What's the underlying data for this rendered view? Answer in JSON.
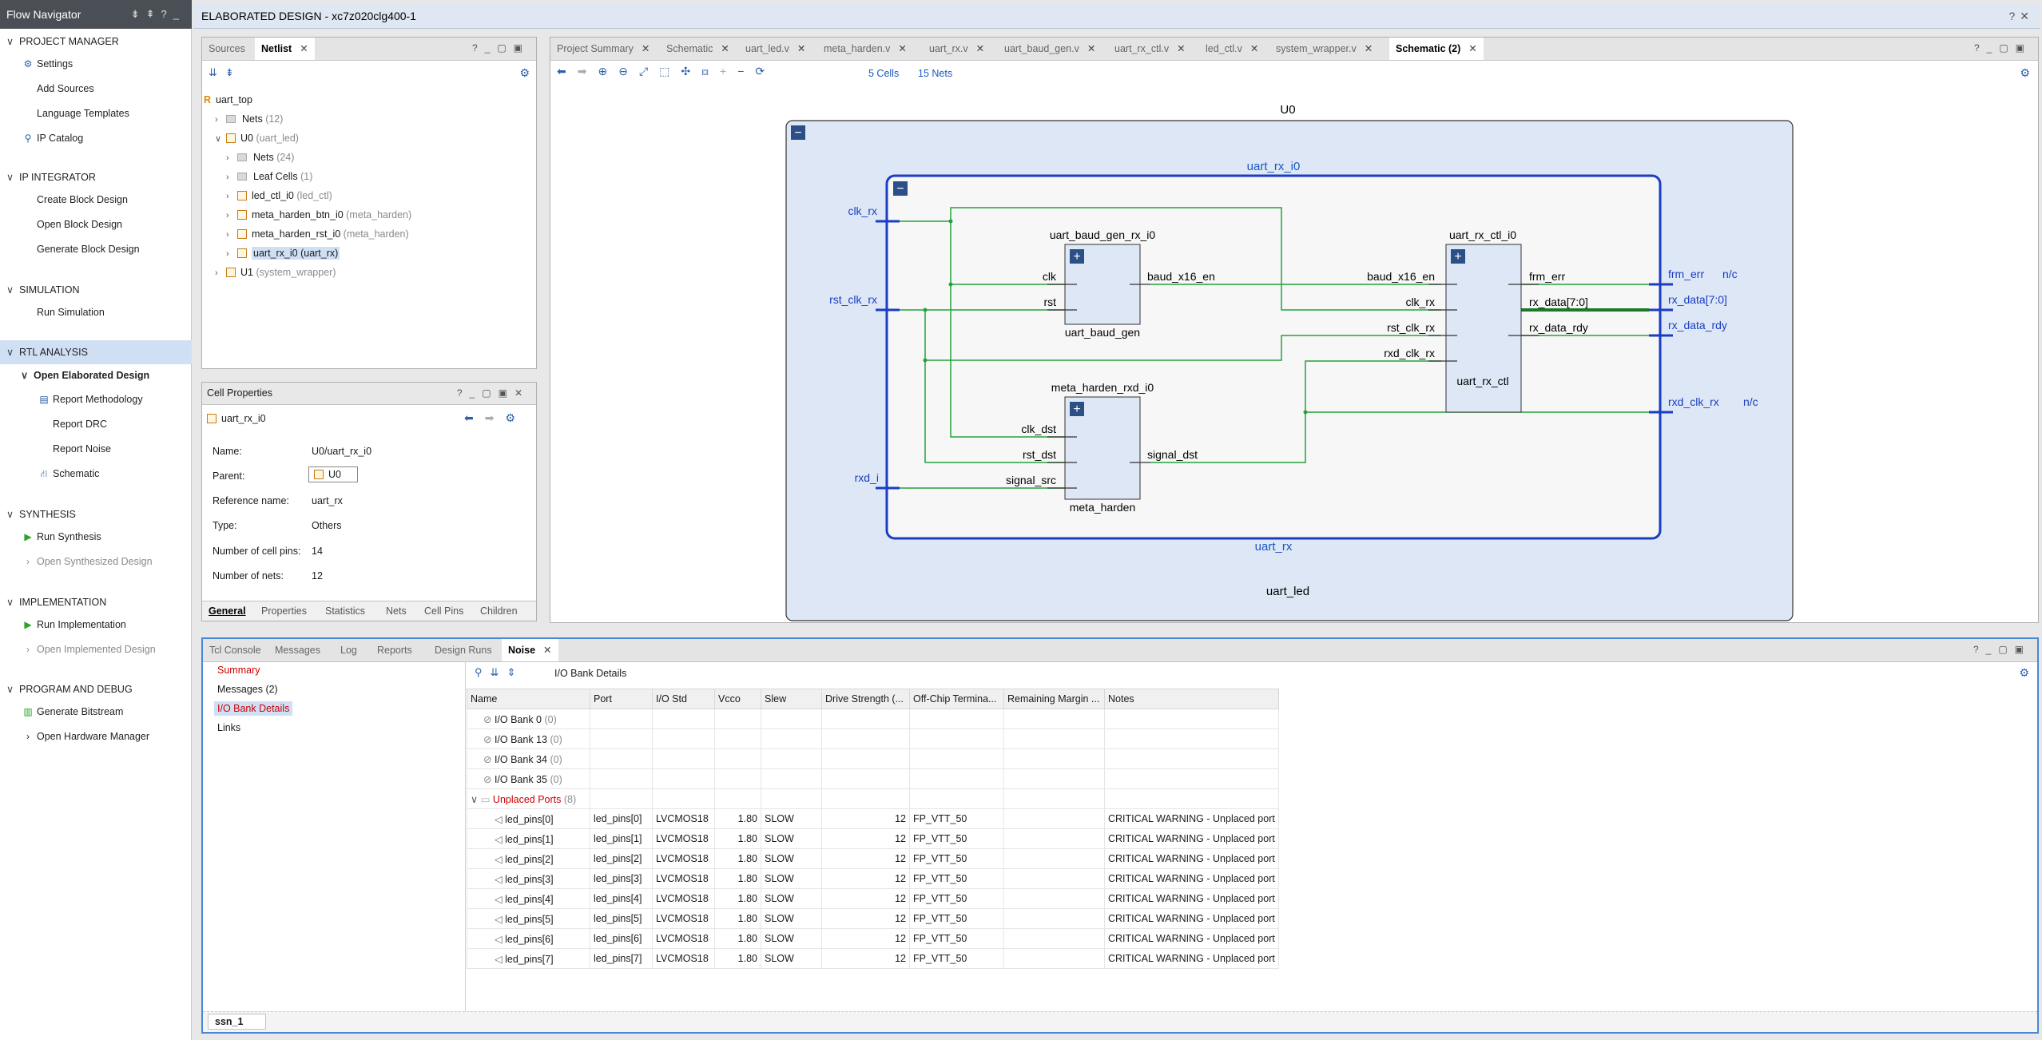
{
  "flow_navigator": {
    "title": "Flow Navigator",
    "sections": [
      {
        "label": "PROJECT MANAGER",
        "items": [
          "Settings",
          "Add Sources",
          "Language Templates",
          "IP Catalog"
        ]
      },
      {
        "label": "IP INTEGRATOR",
        "items": [
          "Create Block Design",
          "Open Block Design",
          "Generate Block Design"
        ]
      },
      {
        "label": "SIMULATION",
        "items": [
          "Run Simulation"
        ]
      },
      {
        "label": "RTL ANALYSIS",
        "items": [
          "Open Elaborated Design",
          "Report Methodology",
          "Report DRC",
          "Report Noise",
          "Schematic"
        ]
      },
      {
        "label": "SYNTHESIS",
        "items": [
          "Run Synthesis",
          "Open Synthesized Design"
        ]
      },
      {
        "label": "IMPLEMENTATION",
        "items": [
          "Run Implementation",
          "Open Implemented Design"
        ]
      },
      {
        "label": "PROGRAM AND DEBUG",
        "items": [
          "Generate Bitstream",
          "Open Hardware Manager"
        ]
      }
    ]
  },
  "title_bar": {
    "label": "ELABORATED DESIGN",
    "part": "xc7z020clg400-1"
  },
  "netlist_panel": {
    "tabs": [
      "Sources",
      "Netlist"
    ],
    "active_tab": "Netlist",
    "tree": [
      {
        "name": "uart_top",
        "sub": ""
      },
      {
        "name": "Nets",
        "sub": "(12)"
      },
      {
        "name": "U0",
        "sub": "(uart_led)"
      },
      {
        "name": "Nets",
        "sub": "(24)"
      },
      {
        "name": "Leaf Cells",
        "sub": "(1)"
      },
      {
        "name": "led_ctl_i0",
        "sub": "(led_ctl)"
      },
      {
        "name": "meta_harden_btn_i0",
        "sub": "(meta_harden)"
      },
      {
        "name": "meta_harden_rst_i0",
        "sub": "(meta_harden)"
      },
      {
        "name": "uart_rx_i0",
        "sub": "(uart_rx)"
      },
      {
        "name": "U1",
        "sub": "(system_wrapper)"
      }
    ]
  },
  "cell_properties": {
    "title": "Cell Properties",
    "cell": "uart_rx_i0",
    "rows": [
      {
        "label": "Name:",
        "value": "U0/uart_rx_i0"
      },
      {
        "label": "Parent:",
        "value": "U0"
      },
      {
        "label": "Reference name:",
        "value": "uart_rx"
      },
      {
        "label": "Type:",
        "value": "Others"
      },
      {
        "label": "Number of cell pins:",
        "value": "14"
      },
      {
        "label": "Number of nets:",
        "value": "12"
      }
    ],
    "tabs": [
      "General",
      "Properties",
      "Statistics",
      "Nets",
      "Cell Pins",
      "Children"
    ]
  },
  "editor": {
    "tabs": [
      "Project Summary",
      "Schematic",
      "uart_led.v",
      "meta_harden.v",
      "uart_rx.v",
      "uart_baud_gen.v",
      "uart_rx_ctl.v",
      "led_ctl.v",
      "system_wrapper.v",
      "Schematic (2)"
    ],
    "active_tab": "Schematic (2)",
    "cells_count": "5 Cells",
    "nets_count": "15 Nets"
  },
  "schematic": {
    "top_label": "U0",
    "top_ref": "uart_led",
    "inner_label": "uart_rx_i0",
    "inner_ref": "uart_rx",
    "inputs": [
      "clk_rx",
      "rst_clk_rx",
      "rxd_i"
    ],
    "outputs": [
      "frm_err",
      "rx_data[7:0]",
      "rx_data_rdy",
      "rxd_clk_rx"
    ],
    "nc_label": "n/c",
    "baud": {
      "inst": "uart_baud_gen_rx_i0",
      "ref": "uart_baud_gen",
      "in_pins": [
        "clk",
        "rst"
      ],
      "out_pins": [
        "baud_x16_en"
      ]
    },
    "ctl": {
      "inst": "uart_rx_ctl_i0",
      "ref": "uart_rx_ctl",
      "in_pins": [
        "baud_x16_en",
        "clk_rx",
        "rst_clk_rx",
        "rxd_clk_rx"
      ],
      "out_pins": [
        "frm_err",
        "rx_data[7:0]",
        "rx_data_rdy"
      ]
    },
    "meta": {
      "inst": "meta_harden_rxd_i0",
      "ref": "meta_harden",
      "in_pins": [
        "clk_dst",
        "rst_dst",
        "signal_src"
      ],
      "out_pins": [
        "signal_dst"
      ]
    }
  },
  "bottom_panel": {
    "tabs": [
      "Tcl Console",
      "Messages",
      "Log",
      "Reports",
      "Design Runs",
      "Noise"
    ],
    "active_tab": "Noise",
    "left_nav": [
      "Summary",
      "Messages (2)",
      "I/O Bank Details",
      "Links"
    ],
    "toolbar_title": "I/O Bank Details",
    "columns": [
      "Name",
      "Port",
      "I/O Std",
      "Vcco",
      "Slew",
      "Drive Strength (...",
      "Off-Chip Termina...",
      "Remaining Margin ...",
      "Notes"
    ],
    "banks": [
      {
        "name": "I/O Bank 0",
        "count": "(0)"
      },
      {
        "name": "I/O Bank 13",
        "count": "(0)"
      },
      {
        "name": "I/O Bank 34",
        "count": "(0)"
      },
      {
        "name": "I/O Bank 35",
        "count": "(0)"
      }
    ],
    "group": {
      "name": "Unplaced Ports",
      "count": "(8)"
    },
    "rows": [
      {
        "name": "led_pins[0]",
        "port": "led_pins[0]",
        "std": "LVCMOS18",
        "vcco": "1.80",
        "slew": "SLOW",
        "drive": "12",
        "term": "FP_VTT_50",
        "margin": "",
        "notes": "CRITICAL WARNING - Unplaced port"
      },
      {
        "name": "led_pins[1]",
        "port": "led_pins[1]",
        "std": "LVCMOS18",
        "vcco": "1.80",
        "slew": "SLOW",
        "drive": "12",
        "term": "FP_VTT_50",
        "margin": "",
        "notes": "CRITICAL WARNING - Unplaced port"
      },
      {
        "name": "led_pins[2]",
        "port": "led_pins[2]",
        "std": "LVCMOS18",
        "vcco": "1.80",
        "slew": "SLOW",
        "drive": "12",
        "term": "FP_VTT_50",
        "margin": "",
        "notes": "CRITICAL WARNING - Unplaced port"
      },
      {
        "name": "led_pins[3]",
        "port": "led_pins[3]",
        "std": "LVCMOS18",
        "vcco": "1.80",
        "slew": "SLOW",
        "drive": "12",
        "term": "FP_VTT_50",
        "margin": "",
        "notes": "CRITICAL WARNING - Unplaced port"
      },
      {
        "name": "led_pins[4]",
        "port": "led_pins[4]",
        "std": "LVCMOS18",
        "vcco": "1.80",
        "slew": "SLOW",
        "drive": "12",
        "term": "FP_VTT_50",
        "margin": "",
        "notes": "CRITICAL WARNING - Unplaced port"
      },
      {
        "name": "led_pins[5]",
        "port": "led_pins[5]",
        "std": "LVCMOS18",
        "vcco": "1.80",
        "slew": "SLOW",
        "drive": "12",
        "term": "FP_VTT_50",
        "margin": "",
        "notes": "CRITICAL WARNING - Unplaced port"
      },
      {
        "name": "led_pins[6]",
        "port": "led_pins[6]",
        "std": "LVCMOS18",
        "vcco": "1.80",
        "slew": "SLOW",
        "drive": "12",
        "term": "FP_VTT_50",
        "margin": "",
        "notes": "CRITICAL WARNING - Unplaced port"
      },
      {
        "name": "led_pins[7]",
        "port": "led_pins[7]",
        "std": "LVCMOS18",
        "vcco": "1.80",
        "slew": "SLOW",
        "drive": "12",
        "term": "FP_VTT_50",
        "margin": "",
        "notes": "CRITICAL WARNING - Unplaced port"
      }
    ],
    "footer_tab": "ssn_1"
  },
  "colors": {
    "accent": "#1a56c4",
    "net": "#22a33a",
    "selected": "#cfe0f5",
    "warning": "#cc0000"
  }
}
